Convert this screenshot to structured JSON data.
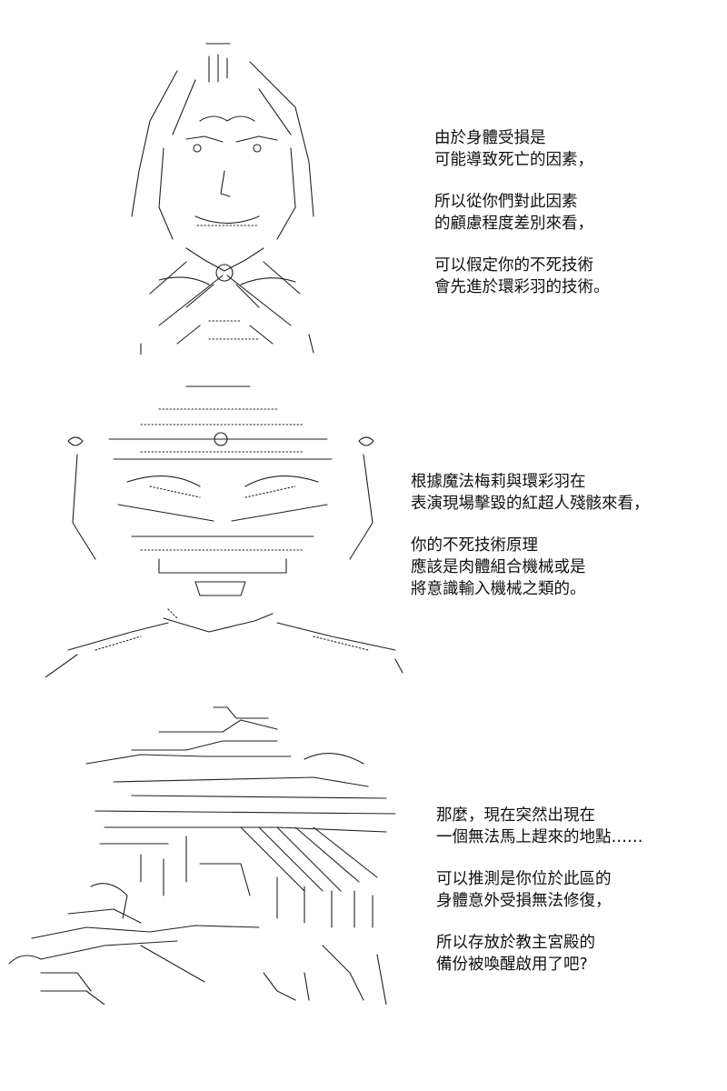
{
  "panels": [
    {
      "art_icon": "stick-figure-face-ascii-art",
      "paragraphs": [
        [
          "由於身體受損是",
          "可能導致死亡的因素，"
        ],
        [
          "所以從你們對此因素",
          "的顧慮程度差別來看，"
        ],
        [
          "可以假定你的不死技術",
          "會先進於環彩羽的技術。"
        ]
      ]
    },
    {
      "art_icon": "masked-figure-ascii-art",
      "paragraphs": [
        [
          "根據魔法梅莉與環彩羽在",
          "表演現場擊毀的紅超人殘骸來看，"
        ],
        [
          "你的不死技術原理",
          "應該是肉體組合機械或是",
          "將意識輸入機械之類的。"
        ]
      ]
    },
    {
      "art_icon": "ruined-building-ascii-art",
      "paragraphs": [
        [
          "那麼，現在突然出現在",
          "一個無法馬上趕來的地點……"
        ],
        [
          "可以推測是你位於此區的",
          "身體意外受損無法修復，"
        ],
        [
          "所以存放於教主宮殿的",
          "備份被喚醒啟用了吧?"
        ]
      ]
    }
  ]
}
